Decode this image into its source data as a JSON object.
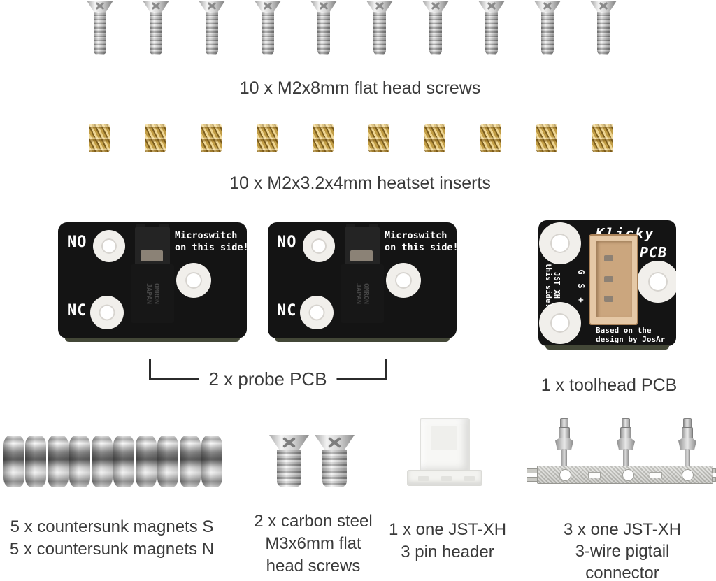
{
  "counts": {
    "screws": 10,
    "inserts": 10,
    "probe_pcbs": 2,
    "magnets": 10,
    "carbon_screws": 2,
    "pigtail_terminals": 3
  },
  "labels": {
    "screws": "10 x M2x8mm flat head screws",
    "inserts": "10 x M2x3.2x4mm heatset inserts",
    "probe_pcb": "2 x probe PCB",
    "toolhead_pcb": "1 x toolhead PCB",
    "magnets_line1": "5 x countersunk magnets S",
    "magnets_line2": "5 x countersunk magnets N",
    "carbon_line1": "2 x carbon steel",
    "carbon_line2": "M3x6mm flat",
    "carbon_line3": "head screws",
    "jst_line1": "1 x one JST-XH",
    "jst_line2": "3 pin header",
    "pigtail_line1": "3 x one JST-XH",
    "pigtail_line2": "3-wire pigtail",
    "pigtail_line3": "connector"
  },
  "probe_pcb": {
    "no": "NO",
    "nc": "NC",
    "note_line1": "Microswitch",
    "note_line2": "on this side!",
    "switch_brand_line1": "OMRON",
    "switch_brand_line2": "JAPAN"
  },
  "toolhead_pcb": {
    "title_line1": "Klicky",
    "title_line2": "PCB",
    "pin_labels": [
      "G",
      "S",
      "+"
    ],
    "side_note_line1": "JST XH",
    "side_note_line2": "this side!",
    "credit_line1": "Based on the",
    "credit_line2": "design by JosAr"
  },
  "colors": {
    "caption_text": "#3a3a3a",
    "pcb_black": "#141414",
    "silkscreen_white": "#ffffff",
    "brass": "#c9a04c",
    "connector_beige": "#e5c8a6",
    "metal_silver": "#cfcfcf"
  }
}
